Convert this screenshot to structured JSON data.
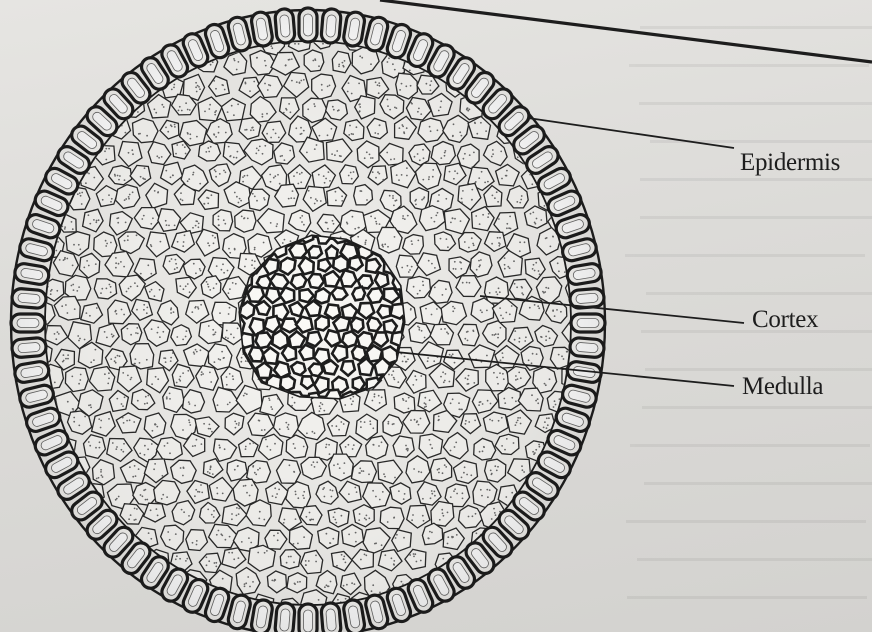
{
  "figure": {
    "labels": {
      "epidermis": "Epidermis",
      "cortex": "Cortex",
      "medulla": "Medulla"
    }
  },
  "colors": {
    "ink": "#1d1d1d",
    "paper": "#dddcd9",
    "cell_fill": "#eeedea",
    "medulla_fill": "#f7f6f3"
  }
}
